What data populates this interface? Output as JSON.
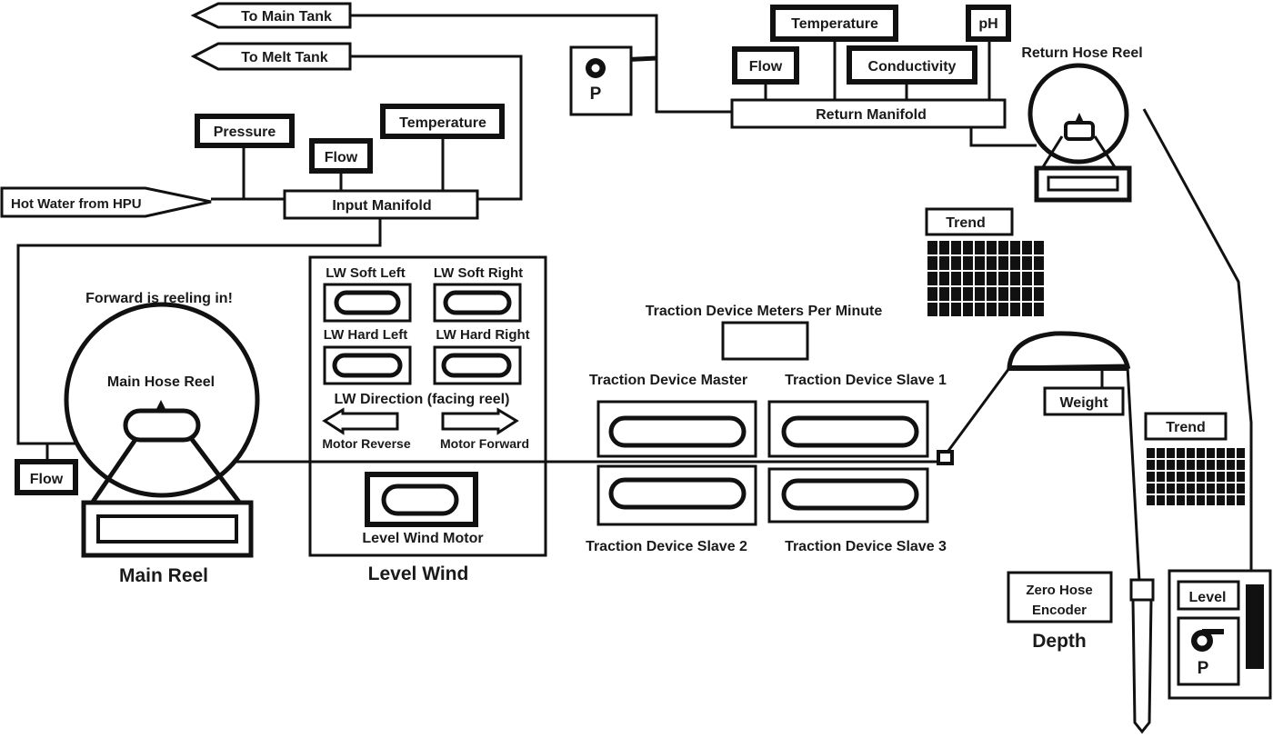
{
  "source_arrows": {
    "to_main_tank": "To Main Tank",
    "to_melt_tank": "To Melt Tank",
    "hot_water": "Hot Water from HPU"
  },
  "input_manifold": {
    "label": "Input Manifold",
    "pressure": "Pressure",
    "flow": "Flow",
    "temperature": "Temperature"
  },
  "return_manifold": {
    "label": "Return Manifold",
    "flow": "Flow",
    "temperature": "Temperature",
    "conductivity": "Conductivity",
    "ph": "pH"
  },
  "pumps": {
    "pump_label": "P"
  },
  "return_reel": {
    "label": "Return Hose Reel"
  },
  "main_reel": {
    "note": "Forward is reeling in!",
    "reel_label": "Main Hose Reel",
    "title": "Main Reel",
    "flow": "Flow"
  },
  "level_wind": {
    "title": "Level Wind",
    "soft_left": "LW Soft Left",
    "soft_right": "LW Soft Right",
    "hard_left": "LW Hard Left",
    "hard_right": "LW Hard Right",
    "direction": "LW Direction (facing reel)",
    "motor_reverse": "Motor Reverse",
    "motor_forward": "Motor Forward",
    "motor": "Level Wind Motor"
  },
  "traction": {
    "mpm_label": "Traction Device Meters Per Minute",
    "mpm_value": "",
    "master": "Traction Device Master",
    "slave1": "Traction Device Slave 1",
    "slave2": "Traction Device Slave 2",
    "slave3": "Traction Device Slave 3"
  },
  "trend": {
    "label": "Trend",
    "label2": "Trend"
  },
  "weight": {
    "label": "Weight"
  },
  "depth": {
    "button": [
      "Zero Hose",
      "Encoder"
    ],
    "title": "Depth"
  },
  "tank": {
    "level": "Level"
  }
}
